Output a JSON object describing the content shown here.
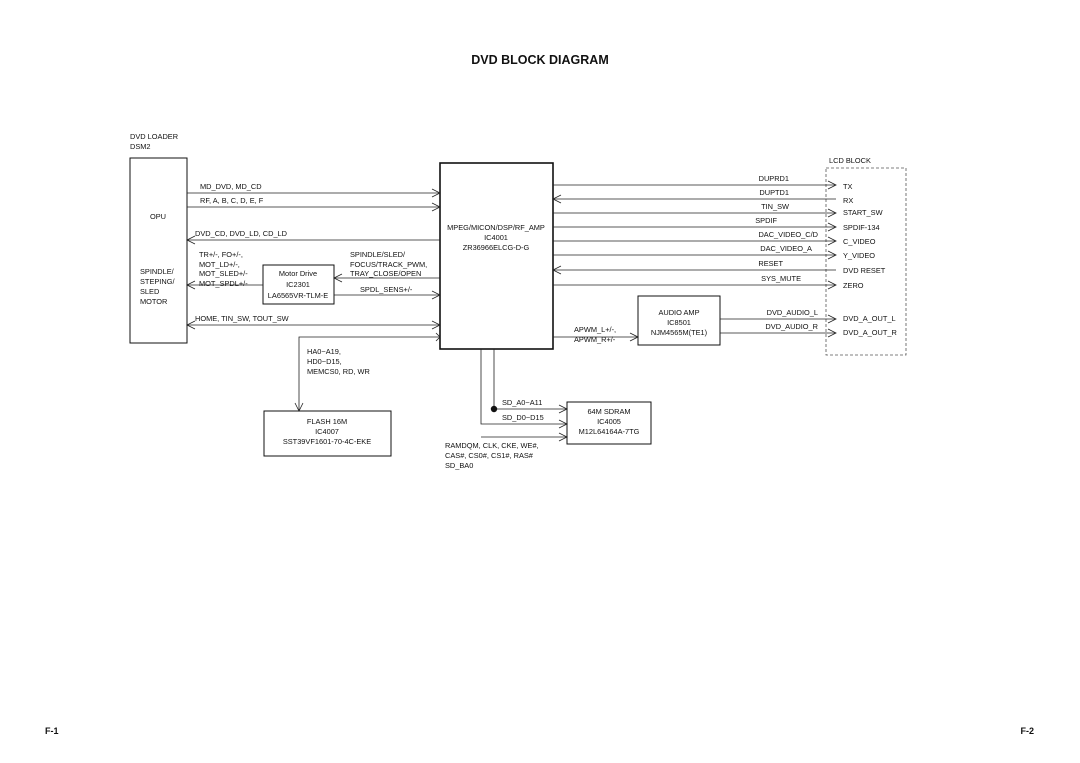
{
  "title": "DVD BLOCK DIAGRAM",
  "page_left": "F-1",
  "page_right": "F-2",
  "loader": {
    "header": [
      "DVD LOADER",
      "DSM2"
    ],
    "opu": "OPU",
    "motor": [
      "SPINDLE/",
      "STEPING/",
      "SLED",
      "MOTOR"
    ]
  },
  "motor_drive": {
    "lines": [
      "Motor Drive",
      "IC2301",
      "LA6565VR-TLM-E"
    ]
  },
  "main_ic": {
    "lines": [
      "MPEG/MICON/DSP/RF_AMP",
      "IC4001",
      "ZR36966ELCG-D-G"
    ]
  },
  "flash": {
    "lines": [
      "FLASH 16M",
      "IC4007",
      "SST39VF1601-70-4C-EKE"
    ]
  },
  "sdram": {
    "lines": [
      "64M SDRAM",
      "IC4005",
      "M12L64164A-7TG"
    ]
  },
  "audio_amp": {
    "lines": [
      "AUDIO AMP",
      "IC8501",
      "NJM4565M(TE1)"
    ]
  },
  "lcd_block": {
    "title": "LCD BLOCK",
    "pins": [
      "TX",
      "RX",
      "START_SW",
      "SPDIF-134",
      "C_VIDEO",
      "Y_VIDEO",
      "DVD RESET",
      "ZERO",
      "DVD_A_OUT_L",
      "DVD_A_OUT_R"
    ]
  },
  "signals": {
    "md": "MD_DVD, MD_CD",
    "rf": "RF, A, B, C, D, E, F",
    "dvdcd": "DVD_CD, DVD_LD, CD_LD",
    "tr_lines": [
      "TR+/-, FO+/-,",
      "MOT_LD+/-,",
      "MOT_SLED+/-",
      "MOT_SPDL+/-"
    ],
    "spindle_lines": [
      "SPINDLE/SLED/",
      "FOCUS/TRACK_PWM,",
      "TRAY_CLOSE/OPEN"
    ],
    "spdl_sens": "SPDL_SENS+/-",
    "home": "HOME, TIN_SW, TOUT_SW",
    "ha_lines": [
      "HA0~A19,",
      "HD0~D15,",
      "MEMCS0, RD, WR"
    ],
    "sd_a": "SD_A0~A11",
    "sd_d": "SD_D0~D15",
    "ram_lines": [
      "RAMDQM, CLK, CKE, WE#,",
      "CAS#, CS0#,  CS1#, RAS#",
      "SD_BA0"
    ],
    "apwm_lines": [
      "APWM_L+/-,",
      "APWM_R+/-"
    ],
    "duprd1": "DUPRD1",
    "duptd1": "DUPTD1",
    "tin_sw": "TIN_SW",
    "spdif": "SPDIF",
    "dac_cd": "DAC_VIDEO_C/D",
    "dac_a": "DAC_VIDEO_A",
    "reset": "RESET",
    "sys_mute": "SYS_MUTE",
    "dvd_audio_l": "DVD_AUDIO_L",
    "dvd_audio_r": "DVD_AUDIO_R"
  }
}
